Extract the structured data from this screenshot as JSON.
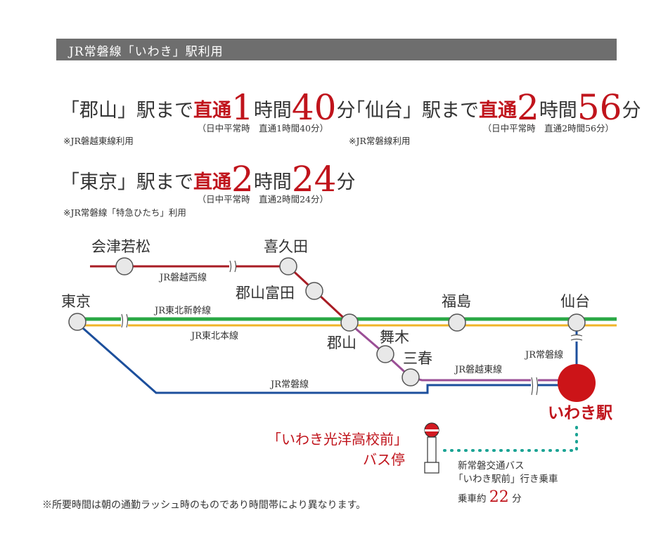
{
  "header": {
    "title": "JR常磐線「いわき」駅利用"
  },
  "access": [
    {
      "prefix": "「郡山」駅まで",
      "direct": "直通",
      "hours": "1",
      "hours_unit": "時間",
      "minutes": "40",
      "minutes_unit": "分",
      "detail": "（日中平常時　直通1時間40分）",
      "note": "※JR磐越東線利用"
    },
    {
      "prefix": "「仙台」駅まで",
      "direct": "直通",
      "hours": "2",
      "hours_unit": "時間",
      "minutes": "56",
      "minutes_unit": "分",
      "detail": "（日中平常時　直通2時間56分）",
      "note": "※JR常磐線利用"
    },
    {
      "prefix": "「東京」駅まで",
      "direct": "直通",
      "hours": "2",
      "hours_unit": "時間",
      "minutes": "24",
      "minutes_unit": "分",
      "detail": "（日中平常時　直通2時間24分）",
      "note": "※JR常磐線「特急ひたち」利用"
    }
  ],
  "map": {
    "stations": {
      "aizu": "会津若松",
      "kitakata": "喜久田",
      "koriyama_tomita": "郡山富田",
      "tokyo": "東京",
      "fukushima": "福島",
      "sendai": "仙台",
      "koriyama": "郡山",
      "maigi": "舞木",
      "miharu": "三春",
      "iwaki": "いわき駅"
    },
    "lines": {
      "banetsu_west": "JR磐越西線",
      "shinkansen": "JR東北新幹線",
      "tohoku_main": "JR東北本線",
      "joban_main": "JR常磐線",
      "banetsu_east": "JR磐越東線",
      "joban_north": "JR常磐線"
    },
    "line_colors": {
      "banetsu_west": "#a81c24",
      "shinkansen": "#2aa845",
      "tohoku_main": "#f0b428",
      "joban": "#1c4f9c",
      "banetsu_east": "#9b4f96",
      "iwaki_station": "#cc1418"
    },
    "bus": {
      "stop_name": "「いわき光洋高校前」",
      "stop_suffix": "バス停",
      "operator": "新常磐交通バス",
      "route": "「いわき駅前」行き乗車",
      "ride_prefix": "乗車約",
      "ride_minutes": "22",
      "ride_unit": "分",
      "path_color": "#1aa394"
    }
  },
  "footnote": "※所要時間は朝の通勤ラッシュ時のものであり時間帯により異なります。"
}
